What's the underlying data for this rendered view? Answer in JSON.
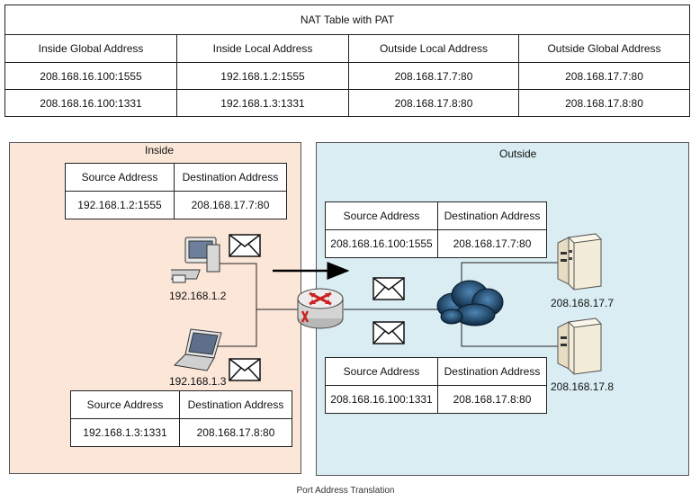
{
  "nat_table": {
    "title": "NAT Table with PAT",
    "headers": [
      "Inside Global Address",
      "Inside Local Address",
      "Outside Local Address",
      "Outside Global Address"
    ],
    "rows": [
      [
        "208.168.16.100:1555",
        "192.168.1.2:1555",
        "208.168.17.7:80",
        "208.168.17.7:80"
      ],
      [
        "208.168.16.100:1331",
        "192.168.1.3:1331",
        "208.168.17.8:80",
        "208.168.17.8:80"
      ]
    ]
  },
  "inside": {
    "label": "Inside",
    "pc_label": "192.168.1.2",
    "laptop_label": "192.168.1.3",
    "packet_top": {
      "source_header": "Source Address",
      "dest_header": "Destination Address",
      "source": "192.168.1.2:1555",
      "dest": "208.168.17.7:80"
    },
    "packet_bottom": {
      "source_header": "Source Address",
      "dest_header": "Destination Address",
      "source": "192.168.1.3:1331",
      "dest": "208.168.17.8:80"
    }
  },
  "outside": {
    "label": "Outside",
    "server1_label": "208.168.17.7",
    "server2_label": "208.168.17.8",
    "packet_top": {
      "source_header": "Source Address",
      "dest_header": "Destination Address",
      "source": "208.168.16.100:1555",
      "dest": "208.168.17.7:80"
    },
    "packet_bottom": {
      "source_header": "Source Address",
      "dest_header": "Destination Address",
      "source": "208.168.16.100:1331",
      "dest": "208.168.17.8:80"
    }
  },
  "caption": "Port Address Translation",
  "colors": {
    "inside_bg": "#fbe6d8",
    "outside_bg": "#daedf2",
    "router_red": "#cc2222",
    "cloud": "#1f4e79"
  }
}
